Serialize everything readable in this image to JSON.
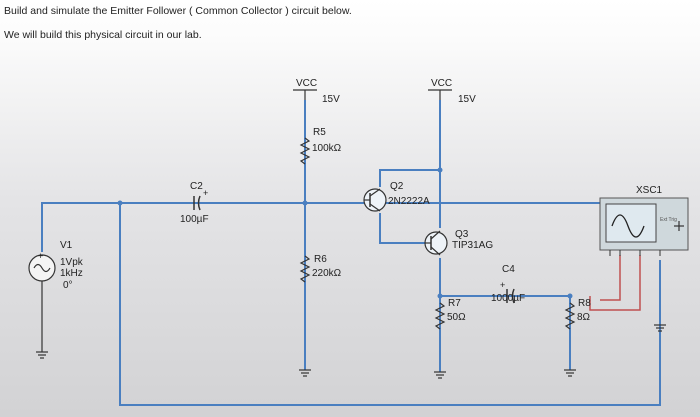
{
  "header": {
    "line1": "Build and simulate the Emitter Follower ( Common Collector )  circuit below.",
    "line2": "We will build this physical circuit in our lab."
  },
  "components": {
    "vcc_left": {
      "label": "VCC",
      "voltage": "15V"
    },
    "vcc_right": {
      "label": "VCC",
      "voltage": "15V"
    },
    "r5": {
      "name": "R5",
      "value": "100kΩ"
    },
    "r6": {
      "name": "R6",
      "value": "220kΩ"
    },
    "r7": {
      "name": "R7",
      "value": "50Ω"
    },
    "r8": {
      "name": "R8",
      "value": "8Ω"
    },
    "c2": {
      "name": "C2",
      "value": "100µF"
    },
    "c4": {
      "name": "C4",
      "value": "1000µF"
    },
    "q2": {
      "name": "Q2",
      "part": "2N2222A"
    },
    "q3": {
      "name": "Q3",
      "part": "TIP31AG"
    },
    "v1": {
      "name": "V1",
      "amplitude": "1Vpk",
      "frequency": "1kHz",
      "phase": "0°"
    },
    "xsc1": {
      "name": "XSC1"
    }
  },
  "colors": {
    "wire": "#4a7fc0",
    "probe_wire": "#c05050",
    "scope_screen": "#dfe9ef"
  }
}
